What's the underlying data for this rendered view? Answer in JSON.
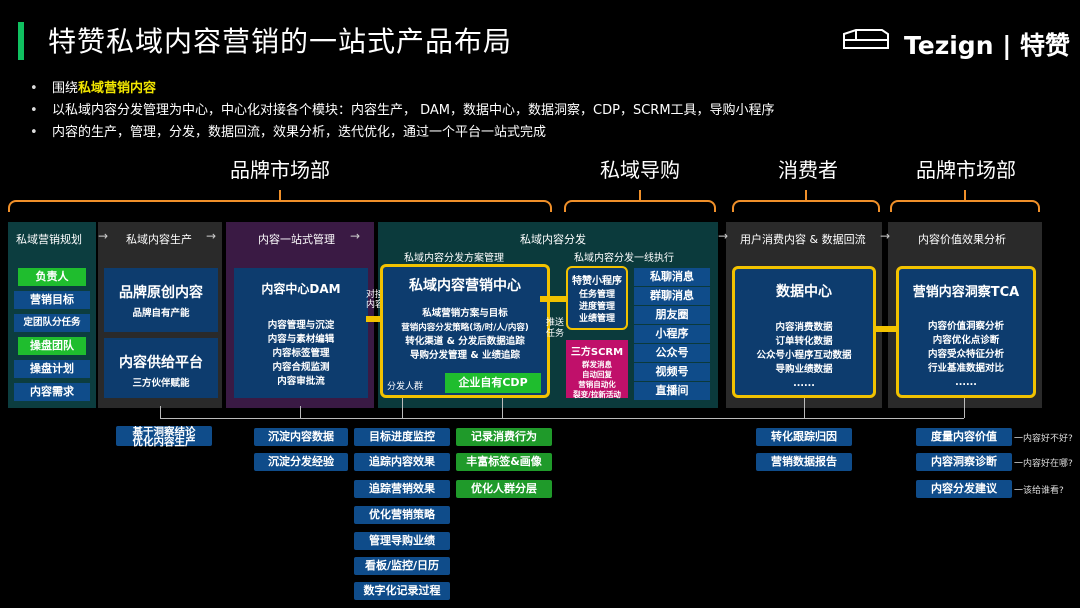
{
  "header": {
    "title": "特赞私域内容营销的一站式产品布局",
    "logo_text": "Tezign | 特赞",
    "logo_icon": "tezign-logo-icon"
  },
  "bullets": {
    "b1_prefix": "围绕",
    "b1_highlight": "私域营销内容",
    "b2": "以私域内容分发管理为中心，中心化对接各个模块：内容生产， DAM，数据中心，数据洞察，CDP，SCRM工具，导购小程序",
    "b3": "内容的生产，管理，分发，数据回流，效果分析，迭代优化，通过一个平台一站式完成"
  },
  "sections": {
    "brand1": "品牌市场部",
    "private": "私域导购",
    "consumer": "消费者",
    "brand2": "品牌市场部"
  },
  "columns": {
    "c1": "私域营销规划",
    "c2": "私域内容生产",
    "c3": "内容一站式管理",
    "c4": "私域内容分发",
    "c5": "用户消费内容 & 数据回流",
    "c6": "内容价值效果分析",
    "sub4a": "私域内容分发方案管理",
    "sub4b": "私域内容分发一线执行"
  },
  "planning": [
    "负责人",
    "营销目标",
    "定团队分任务",
    "操盘团队",
    "操盘计划",
    "内容需求"
  ],
  "production": {
    "box1_title": "品牌原创内容",
    "box1_sub": "品牌自有产能",
    "box2_title": "内容供给平台",
    "box2_sub": "三方伙伴赋能"
  },
  "dam": {
    "title": "内容中心DAM",
    "lines": [
      "内容管理与沉淀",
      "内容与素材编辑",
      "内容标签管理",
      "内容合规监测",
      "内容审批流"
    ]
  },
  "dam_link": "对接\n内容",
  "center": {
    "title": "私域内容营销中心",
    "lines": [
      "私域营销方案与目标",
      "营销内容分发策略(场/时/人/内容)",
      "转化渠道 & 分发后数据追踪",
      "导购分发管理 & 业绩追踪"
    ],
    "cdp_label": "分发人群",
    "cdp": "企业自有CDP"
  },
  "push_label": "推送\n任务",
  "mini": {
    "title": "特赞小程序",
    "lines": [
      "任务管理",
      "进度管理",
      "业绩管理"
    ]
  },
  "scrm": {
    "title": "三方SCRM",
    "lines": [
      "群发消息",
      "自动回复",
      "营销自动化",
      "裂变/拉新活动"
    ]
  },
  "channels": [
    "私聊消息",
    "群聊消息",
    "朋友圈",
    "小程序",
    "公众号",
    "视频号",
    "直播间"
  ],
  "datacenter": {
    "title": "数据中心",
    "lines": [
      "内容消费数据",
      "订单转化数据",
      "公众号小程序互动数据",
      "导购业绩数据",
      "......"
    ]
  },
  "tca": {
    "title": "营销内容洞察TCA",
    "lines": [
      "内容价值洞察分析",
      "内容优化点诊断",
      "内容受众特征分析",
      "行业基准数据对比",
      "......"
    ]
  },
  "bottom": {
    "insight": "基于洞察结论\n优化内容生产",
    "dam_items": [
      "沉淀内容数据",
      "沉淀分发经验"
    ],
    "center_items": [
      "目标进度监控",
      "追踪内容效果",
      "追踪营销效果",
      "优化营销策略",
      "管理导购业绩",
      "看板/监控/日历",
      "数字化记录过程"
    ],
    "cdp_items": [
      "记录消费行为",
      "丰富标签&画像",
      "优化人群分层"
    ],
    "data_items": [
      "转化跟踪归因",
      "营销数据报告"
    ],
    "tca_items": [
      "度量内容价值",
      "内容洞察诊断",
      "内容分发建议"
    ],
    "tca_questions": [
      "一内容好不好?",
      "一内容好在哪?",
      "一该给谁看?"
    ]
  },
  "colors": {
    "accent_green": "#10c060",
    "highlight_yellow": "#f2e600",
    "brace_orange": "#f0902a",
    "box_yellow": "#f2c200",
    "deep_blue": "#0d3c6e",
    "teal": "#0b3a3c",
    "magenta": "#c0106a"
  }
}
